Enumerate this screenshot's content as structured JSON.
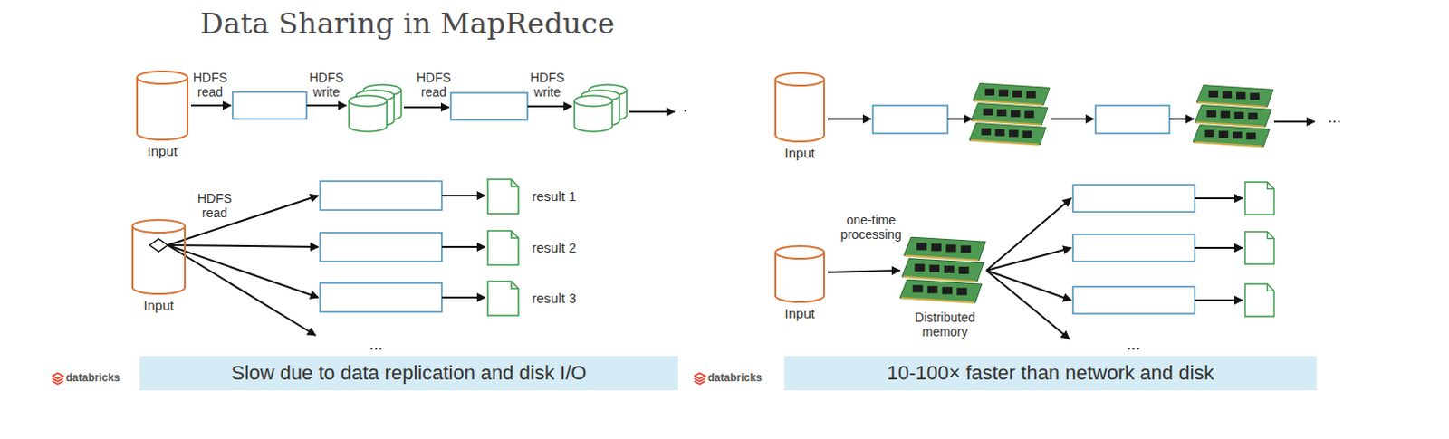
{
  "diagram": {
    "title": "Data Sharing in MapReduce",
    "nodes": [
      {
        "text": [
          "Input"
        ]
      },
      {
        "text": [
          "Input"
        ]
      },
      {
        "text": [
          "result 1"
        ]
      },
      {
        "text": [
          "result 2"
        ]
      },
      {
        "text": [
          "result 3"
        ]
      },
      {
        "text": [
          "Slow due to data replication and disk I/O"
        ]
      },
      {
        "text": [
          "Input"
        ]
      },
      {
        "text": [
          "Input"
        ]
      },
      {
        "text": [
          "10-100× faster than network and disk"
        ]
      }
    ],
    "labels": [
      "HDFS read",
      "HDFS write",
      "HDFS read",
      "HDFS write",
      ".",
      "HDFS read",
      "...",
      "databricks",
      "...",
      "one-time processing",
      "Distributed memory",
      "...",
      "databricks"
    ]
  }
}
